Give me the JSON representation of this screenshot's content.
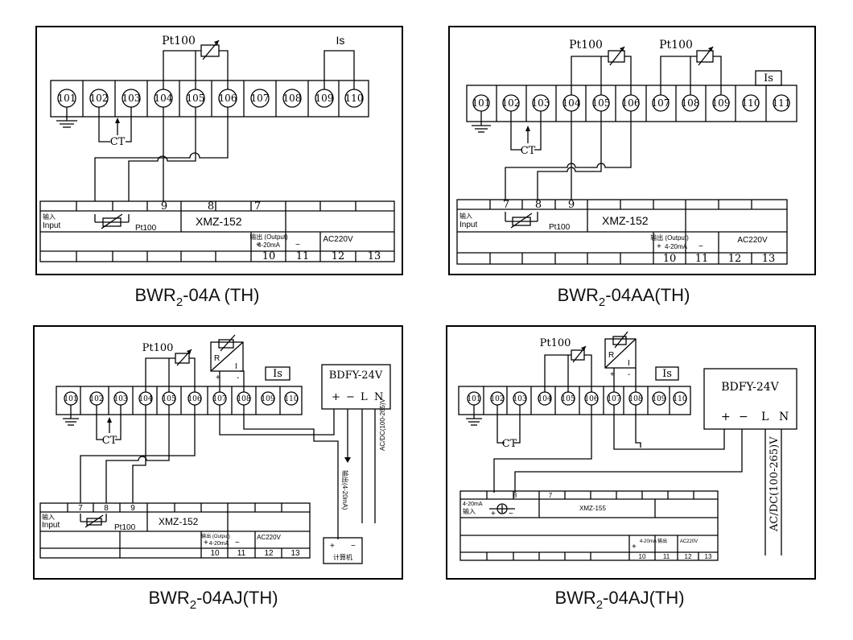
{
  "diagrams": [
    {
      "title_main": "BWR",
      "title_sub": "2",
      "title_rest": "-04A (TH)",
      "terminals": [
        "101",
        "102",
        "103",
        "104",
        "105",
        "106",
        "107",
        "108",
        "109",
        "110"
      ],
      "sensor_label": "Pt100",
      "is_label": "Is",
      "ct_label": "CT",
      "bottom_top_nums": [
        "9",
        "8",
        "7"
      ],
      "input_cn": "输入",
      "input_en": "Input",
      "pt100_small": "Pt100",
      "model": "XMZ-152",
      "output_label": "输出 (Output)",
      "output_range": "4-20mA",
      "ac_label": "AC220V",
      "bottom_nums": [
        "10",
        "11",
        "12",
        "13"
      ]
    },
    {
      "title_main": "BWR",
      "title_sub": "2",
      "title_rest": "-04AA(TH)",
      "terminals": [
        "101",
        "102",
        "103",
        "104",
        "105",
        "106",
        "107",
        "108",
        "109",
        "110",
        "111"
      ],
      "sensor_label": "Pt100",
      "sensor_label2": "Pt100",
      "is_label": "Is",
      "ct_label": "CT",
      "bottom_top_nums": [
        "7",
        "8",
        "9"
      ],
      "input_cn": "输入",
      "input_en": "Input",
      "pt100_small": "Pt100",
      "model": "XMZ-152",
      "output_label": "输出 (Output)",
      "output_range": "4-20mA",
      "ac_label": "AC220V",
      "bottom_nums": [
        "10",
        "11",
        "12",
        "13"
      ]
    },
    {
      "title_main": "BWR",
      "title_sub": "2",
      "title_rest": "-04AJ(TH)",
      "terminals": [
        "101",
        "102",
        "103",
        "104",
        "105",
        "106",
        "107",
        "108",
        "109",
        "110"
      ],
      "sensor_label": "Pt100",
      "is_label": "Is",
      "ct_label": "CT",
      "r_label": "R",
      "i_label": "I",
      "plus": "+",
      "minus": "-",
      "psu": "BDFY-24V",
      "psu_terms": [
        "+",
        "−",
        "L",
        "N"
      ],
      "out_vert": "输出(4-20mA)",
      "ac_vert": "AC/DC(100-265)V",
      "computer": "计算机",
      "bottom_top_nums": [
        "7",
        "8",
        "9"
      ],
      "input_cn": "输入",
      "input_en": "Input",
      "pt100_small": "Pt100",
      "model": "XMZ-152",
      "output_label": "输出 (Output)",
      "output_range": "4-20mA",
      "ac_label": "AC220V",
      "bottom_nums": [
        "10",
        "11",
        "12",
        "13"
      ]
    },
    {
      "title_main": "BWR",
      "title_sub": "2",
      "title_rest": "-04AJ(TH)",
      "terminals": [
        "101",
        "102",
        "103",
        "104",
        "105",
        "106",
        "107",
        "108",
        "109",
        "110"
      ],
      "sensor_label": "Pt100",
      "is_label": "Is",
      "ct_label": "CT",
      "r_label": "R",
      "i_label": "I",
      "plus": "+",
      "minus": "-",
      "psu": "BDFY-24V",
      "psu_terms": [
        "+",
        "−",
        "L",
        "N"
      ],
      "ac_vert": "AC/DC(100-265)V",
      "bottom_top_nums": [
        "8",
        "7"
      ],
      "input_cn1": "4-20mA",
      "input_cn": "输入",
      "model": "XMZ-155",
      "output_label": "4-20mA 输出",
      "ac_label": "AC220V",
      "bottom_nums": [
        "10",
        "11",
        "12",
        "13"
      ]
    }
  ]
}
